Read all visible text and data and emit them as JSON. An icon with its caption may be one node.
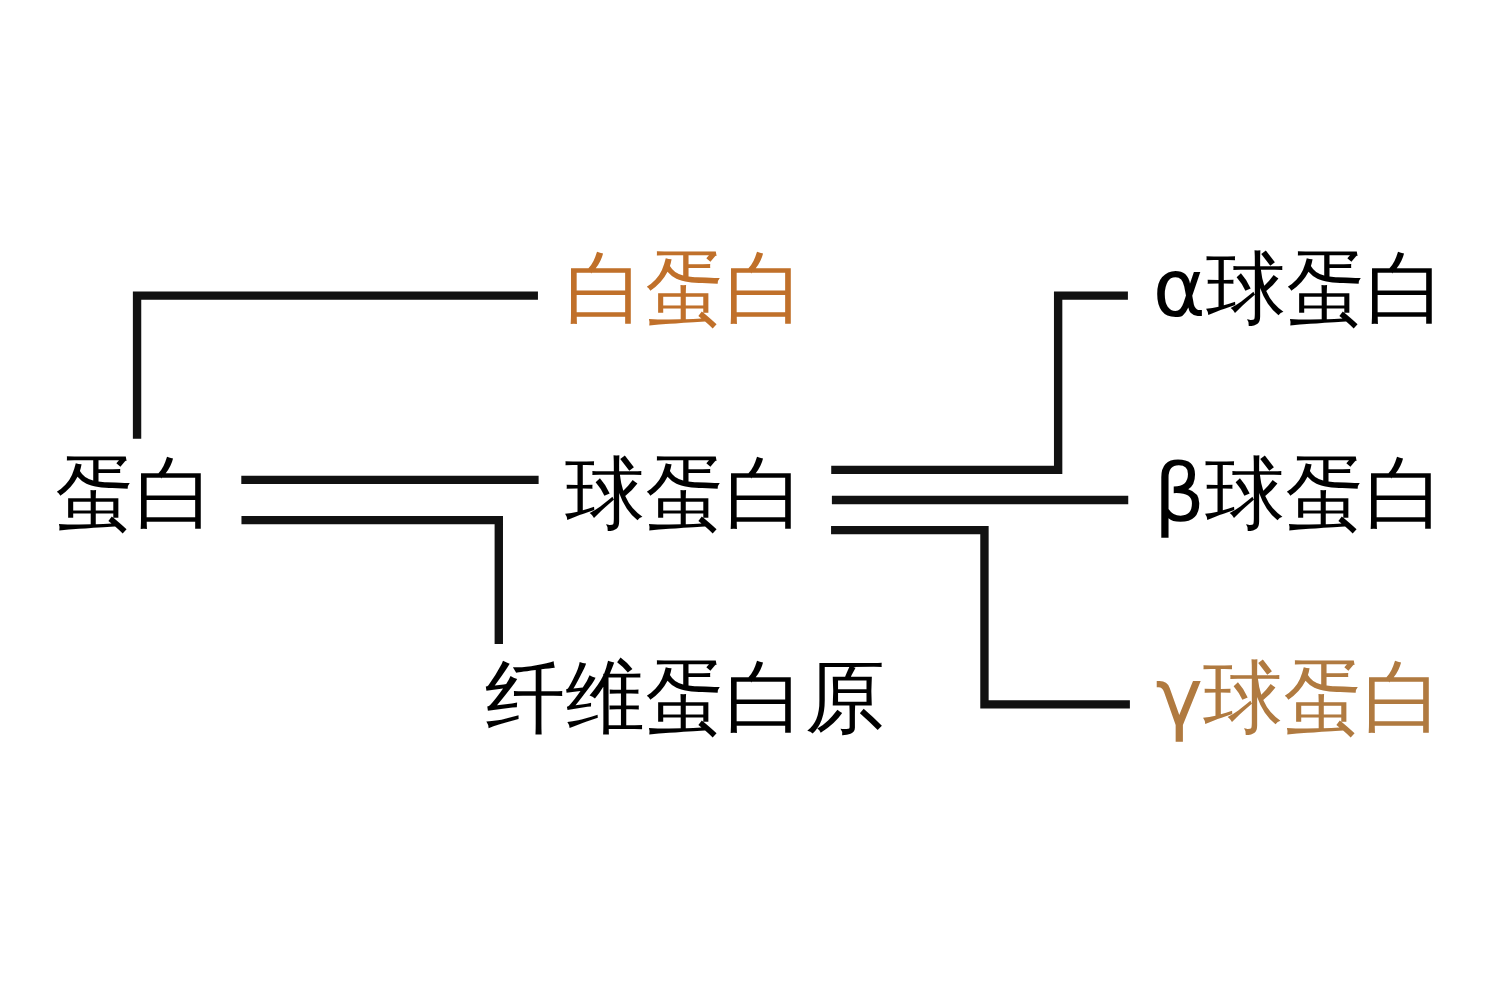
{
  "diagram": {
    "nodes": [
      {
        "text": [
          "蛋白"
        ]
      },
      {
        "text": [
          "白蛋白"
        ]
      },
      {
        "text": [
          "球蛋白"
        ]
      },
      {
        "text": [
          "纤维蛋白原"
        ]
      },
      {
        "text": [
          "α球蛋白"
        ]
      },
      {
        "text": [
          "β球蛋白"
        ]
      },
      {
        "text": [
          "γ球蛋白"
        ]
      }
    ],
    "edges": [
      {
        "from": 0,
        "to": 1,
        "arrow": "none"
      },
      {
        "from": 0,
        "to": 2,
        "arrow": "none"
      },
      {
        "from": 0,
        "to": 3,
        "arrow": "none"
      },
      {
        "from": 2,
        "to": 4,
        "arrow": "none"
      },
      {
        "from": 2,
        "to": 5,
        "arrow": "none"
      },
      {
        "from": 2,
        "to": 6,
        "arrow": "none"
      }
    ]
  }
}
